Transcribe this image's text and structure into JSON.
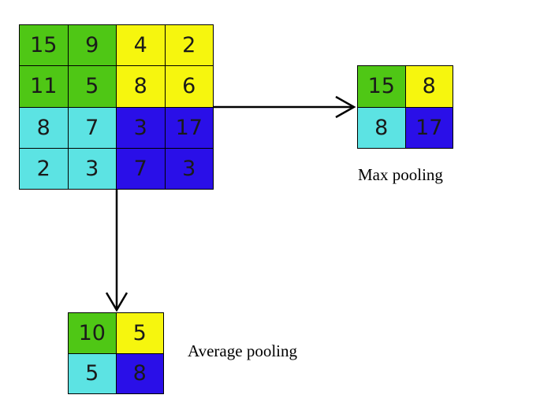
{
  "input_matrix": [
    [
      {
        "v": "15",
        "c": "green"
      },
      {
        "v": "9",
        "c": "green"
      },
      {
        "v": "4",
        "c": "yellow"
      },
      {
        "v": "2",
        "c": "yellow"
      }
    ],
    [
      {
        "v": "11",
        "c": "green"
      },
      {
        "v": "5",
        "c": "green"
      },
      {
        "v": "8",
        "c": "yellow"
      },
      {
        "v": "6",
        "c": "yellow"
      }
    ],
    [
      {
        "v": "8",
        "c": "cyan"
      },
      {
        "v": "7",
        "c": "cyan"
      },
      {
        "v": "3",
        "c": "blue"
      },
      {
        "v": "17",
        "c": "blue"
      }
    ],
    [
      {
        "v": "2",
        "c": "cyan"
      },
      {
        "v": "3",
        "c": "cyan"
      },
      {
        "v": "7",
        "c": "blue"
      },
      {
        "v": "3",
        "c": "blue"
      }
    ]
  ],
  "max_pooling": {
    "label": "Max pooling",
    "matrix": [
      [
        {
          "v": "15",
          "c": "green"
        },
        {
          "v": "8",
          "c": "yellow"
        }
      ],
      [
        {
          "v": "8",
          "c": "cyan"
        },
        {
          "v": "17",
          "c": "blue"
        }
      ]
    ]
  },
  "average_pooling": {
    "label": "Average pooling",
    "matrix": [
      [
        {
          "v": "10",
          "c": "green"
        },
        {
          "v": "5",
          "c": "yellow"
        }
      ],
      [
        {
          "v": "5",
          "c": "cyan"
        },
        {
          "v": "8",
          "c": "blue"
        }
      ]
    ]
  },
  "colors": {
    "green": "#4fc715",
    "yellow": "#f6f60e",
    "cyan": "#5ce3e3",
    "blue": "#2a0fe8"
  }
}
